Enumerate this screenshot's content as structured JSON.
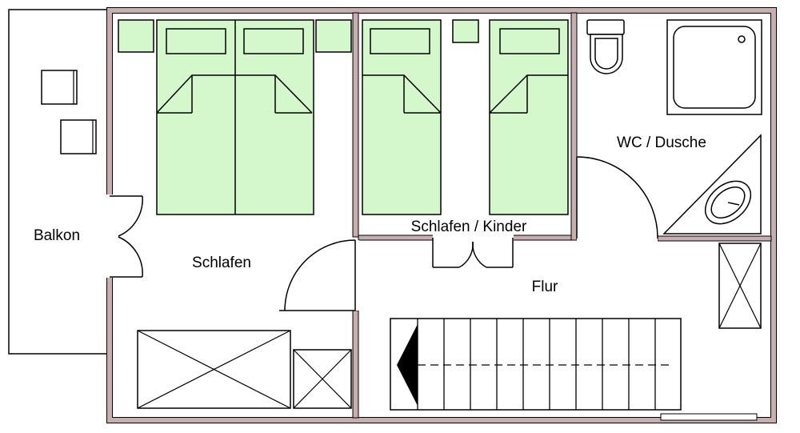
{
  "labels": {
    "balcony": "Balkon",
    "bedroom": "Schlafen",
    "kids_bedroom": "Schlafen / Kinder",
    "bathroom": "WC / Dusche",
    "hallway": "Flur"
  },
  "colors": {
    "wall": "#c8aeae",
    "bed_fill": "#d5f7cc",
    "line": "#000000",
    "background": "#ffffff"
  }
}
